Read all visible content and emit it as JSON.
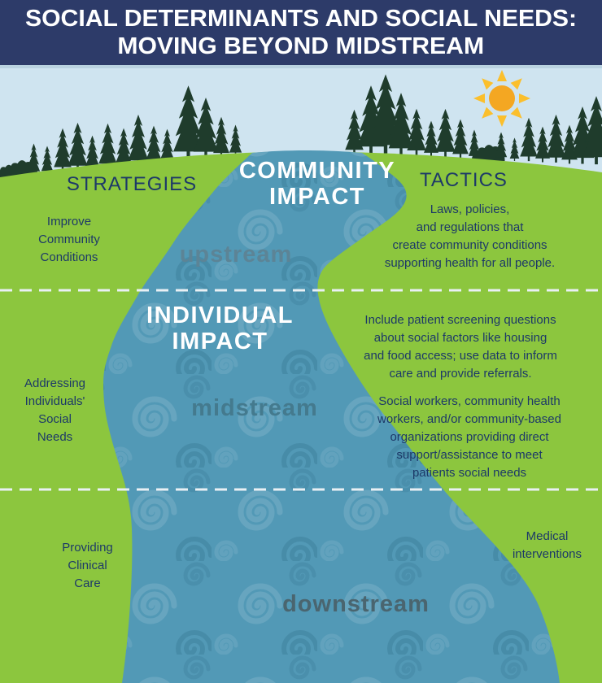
{
  "header": {
    "line1": "SOCIAL DETERMINANTS AND SOCIAL NEEDS:",
    "line2": "MOVING BEYOND MIDSTREAM"
  },
  "column_headings": {
    "strategies": "STRATEGIES",
    "tactics": "TACTICS"
  },
  "sections": [
    {
      "id": "upstream",
      "impact": "COMMUNITY\nIMPACT",
      "stream_label": "upstream",
      "strategy": "Improve\nCommunity\nConditions",
      "tactic": "Laws, policies,\nand regulations that\ncreate community conditions\nsupporting health for all people."
    },
    {
      "id": "midstream",
      "impact": "INDIVIDUAL\nIMPACT",
      "stream_label": "midstream",
      "strategy": "Addressing\nIndividuals'\nSocial\nNeeds",
      "tactic": "Include patient screening questions\nabout social factors like housing\nand food access; use data to inform\ncare and provide referrals.",
      "tactic2": "Social workers, community health\nworkers, and/or community-based\norganizations providing direct\nsupport/assistance to meet\npatients social needs"
    },
    {
      "id": "downstream",
      "impact": "",
      "stream_label": "downstream",
      "strategy": "Providing\nClinical\nCare",
      "tactic": "Medical\ninterventions"
    }
  ],
  "colors": {
    "header_bg": "#2d3b69",
    "sky": "#cfe4f0",
    "trees": "#1f3c2c",
    "grass": "#8cc63e",
    "river": "#5299b6",
    "navy_text": "#1d3968",
    "impact_text": "#ffffff",
    "sun_disc": "#f4a722",
    "sun_rays": "#fbbf2c",
    "divider": "#e9f0f4",
    "upstream_label": "#5c8496",
    "midstream_label": "#447a8e",
    "downstream_label": "#4a656f"
  }
}
